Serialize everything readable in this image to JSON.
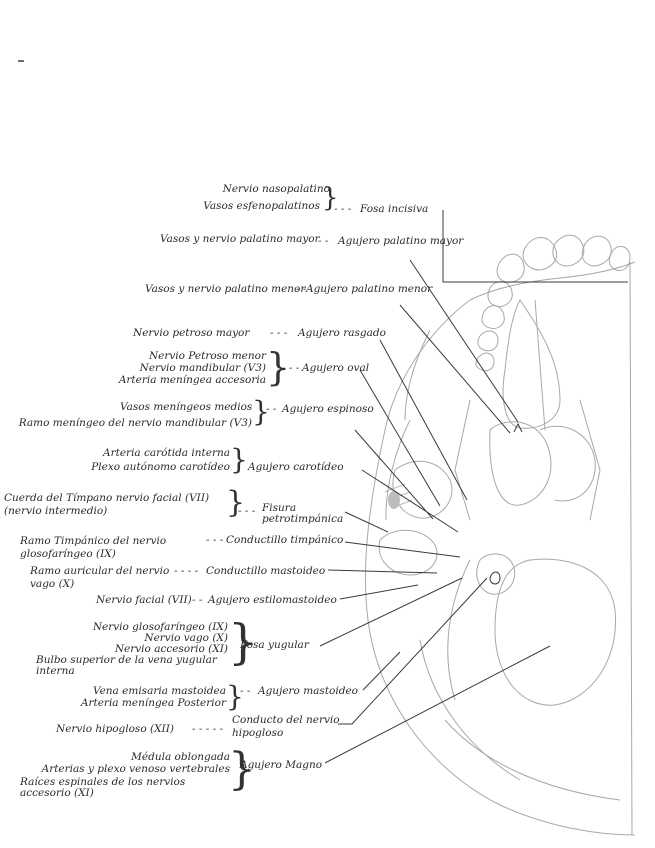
{
  "colors": {
    "pencil": "#3a3a3a",
    "light_pencil": "#9a9a9a",
    "paper": "#ffffff"
  },
  "groups": [
    {
      "id": "g1",
      "structures": [
        "Nervio nasopalatino",
        "Vasos esfenopalatinos"
      ],
      "foramen": "Fosa incisiva"
    },
    {
      "id": "g2",
      "structures": [
        "Vasos y nervio palatino mayor"
      ],
      "foramen": "Agujero palatino mayor"
    },
    {
      "id": "g3",
      "structures": [
        "Vasos y nervio palatino menor"
      ],
      "foramen": "Agujero palatino menor"
    },
    {
      "id": "g4",
      "structures": [
        "Nervio petroso mayor"
      ],
      "foramen": "Agujero rasgado"
    },
    {
      "id": "g5",
      "structures": [
        "Nervio Petroso menor",
        "Nervio mandibular (V3)",
        "Arteria meníngea accesoria"
      ],
      "foramen": "Agujero oval"
    },
    {
      "id": "g6",
      "structures": [
        "Vasos meníngeos medios",
        "Ramo meníngeo del nervio mandibular (V3)"
      ],
      "foramen": "Agujero espinoso"
    },
    {
      "id": "g7",
      "structures": [
        "Arteria carótida interna",
        "Plexo autónomo carotídeo"
      ],
      "foramen": "Agujero carotídeo"
    },
    {
      "id": "g8",
      "structures": [
        "Cuerda del Tímpano nervio facial (VII) (nervio intermedio)"
      ],
      "foramen": "Fisura petrotimpánica"
    },
    {
      "id": "g9",
      "structures": [
        "Ramo Timpánico del nervio glosofaríngeo (IX)"
      ],
      "foramen": "Conductillo timpánico"
    },
    {
      "id": "g10",
      "structures": [
        "Ramo auricular del nervio vago (X)"
      ],
      "foramen": "Conductillo mastoideo"
    },
    {
      "id": "g11",
      "structures": [
        "Nervio facial (VII)"
      ],
      "foramen": "Agujero estilomastoideo"
    },
    {
      "id": "g12",
      "structures": [
        "Nervio glosofaríngeo (IX)",
        "Nervio vago (X)",
        "Nervio accesorio (XI)",
        "Bulbo superior de la vena yugular interna"
      ],
      "foramen": "Fosa yugular"
    },
    {
      "id": "g13",
      "structures": [
        "Vena emisaria mastoidea",
        "Arteria meníngea Posterior"
      ],
      "foramen": "Agujero mastoideo"
    },
    {
      "id": "g14",
      "structures": [
        "Nervio hipogloso (XII)"
      ],
      "foramen": "Conducto del nervio hipogloso"
    },
    {
      "id": "g15",
      "structures": [
        "Médula oblongada",
        "Arterias y plexo venoso vertebrales",
        "Raíces espinales de los nervios accesorio (XI)"
      ],
      "foramen": "Agujero Magno"
    }
  ]
}
